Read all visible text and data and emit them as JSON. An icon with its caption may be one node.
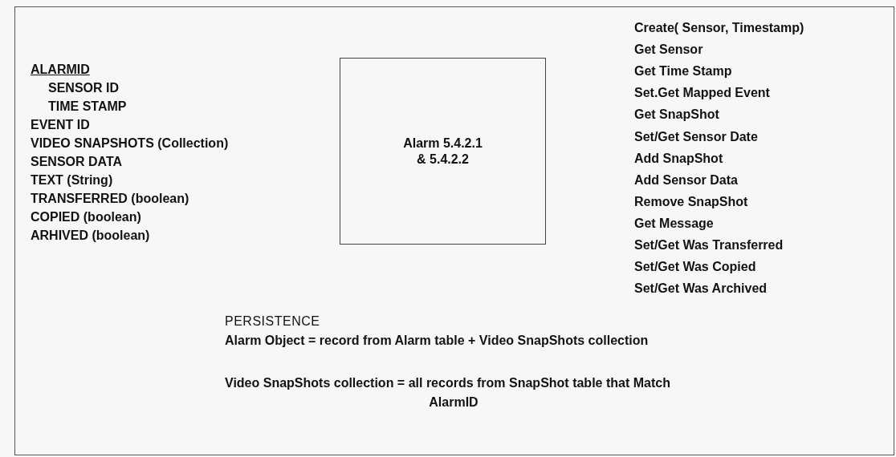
{
  "diagram": {
    "nodes": [
      {
        "text": [
          "Alarm 5.4.2.1 & 5.4.2.2"
        ]
      }
    ],
    "labels": [
      "ALARMID",
      "SENSOR ID",
      "TIME STAMP",
      "EVENT ID",
      "VIDEO SNAPSHOTS (Collection)",
      "SENSOR DATA",
      "TEXT (String)",
      "TRANSFERRED (boolean)",
      "COPIED (boolean)",
      "ARHIVED (boolean)",
      "Create( Sensor, Timestamp)",
      "Get Sensor",
      "Get Time Stamp",
      "Set.Get Mapped Event",
      "Get SnapShot",
      "Set/Get Sensor Date",
      "Add SnapShot",
      "Add Sensor Data",
      "Remove SnapShot",
      "Get Message",
      "Set/Get Was Transferred",
      "Set/Get Was Copied",
      "Set/Get Was Archived",
      "PERSISTENCE",
      "Alarm Object = record from Alarm table + Video SnapShots collection",
      "Video SnapShots collection = all records from SnapShot table that Match AlarmID"
    ]
  }
}
